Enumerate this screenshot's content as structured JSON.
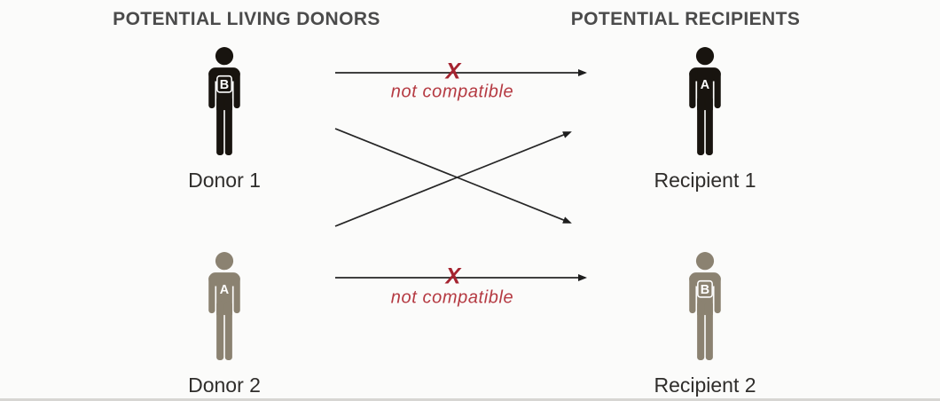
{
  "diagram": {
    "left_heading": "POTENTIAL LIVING DONORS",
    "right_heading": "POTENTIAL RECIPIENTS",
    "donors": [
      {
        "label": "Donor 1",
        "blood_type": "B",
        "color": "#18140f",
        "letter_box_stroke": "#ffffff"
      },
      {
        "label": "Donor 2",
        "blood_type": "A",
        "color": "#8b8271",
        "letter_box_stroke": "none"
      }
    ],
    "recipients": [
      {
        "label": "Recipient 1",
        "blood_type": "A",
        "color": "#18140f",
        "letter_box_stroke": "none"
      },
      {
        "label": "Recipient 2",
        "blood_type": "B",
        "color": "#8b8271",
        "letter_box_stroke": "#ffffff"
      }
    ],
    "incompatible": {
      "mark": "X",
      "label": "not compatible"
    },
    "connections": [
      {
        "from": "Donor 1",
        "to": "Recipient 1",
        "type": "straight",
        "not_compatible": true
      },
      {
        "from": "Donor 1",
        "to": "Recipient 2",
        "type": "cross"
      },
      {
        "from": "Donor 2",
        "to": "Recipient 1",
        "type": "cross"
      },
      {
        "from": "Donor 2",
        "to": "Recipient 2",
        "type": "straight",
        "not_compatible": true
      }
    ],
    "colors": {
      "x_mark": "#a52430",
      "not_compatible_text": "#b53a42",
      "arrow_line": "#262626",
      "dark_figure": "#18140f",
      "tan_figure": "#8b8271"
    }
  }
}
